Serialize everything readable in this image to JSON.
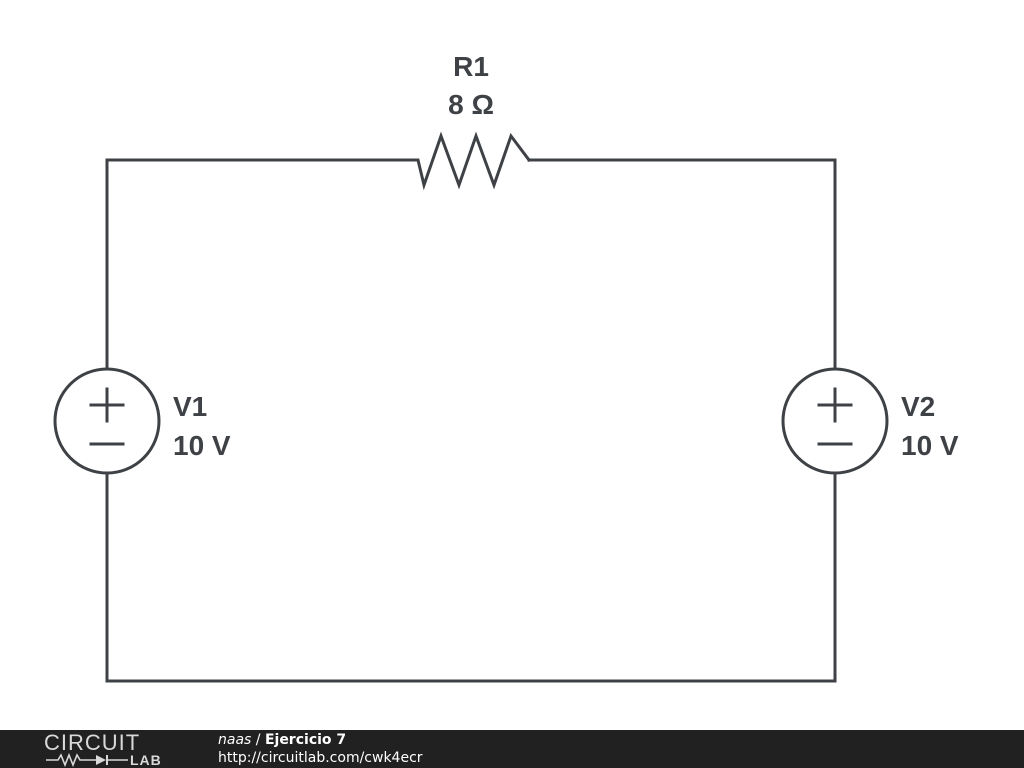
{
  "schematic": {
    "components": {
      "r1": {
        "name": "R1",
        "value": "8 Ω"
      },
      "v1": {
        "name": "V1",
        "value": "10 V"
      },
      "v2": {
        "name": "V2",
        "value": "10 V"
      }
    },
    "wire_color": "#3e4145"
  },
  "footer": {
    "brand_top": "CIRCUIT",
    "brand_bottom": "LAB",
    "author": "naas",
    "separator": " / ",
    "title": "Ejercicio 7",
    "url": "http://circuitlab.com/cwk4ecr",
    "background": "#212121"
  }
}
